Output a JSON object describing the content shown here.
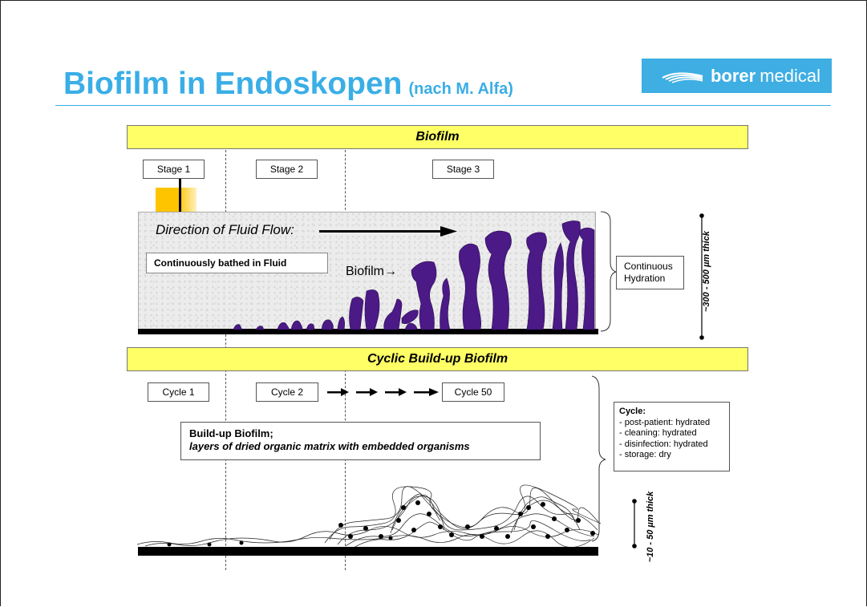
{
  "title": {
    "main": "Biofilm in Endoskopen",
    "sub": "(nach M. Alfa)"
  },
  "logo": {
    "strong": "borer",
    "light": "medical",
    "icon": "wave-swoosh-icon"
  },
  "band_top": "Biofilm",
  "stages": [
    "Stage 1",
    "Stage 2",
    "Stage 3"
  ],
  "flow": {
    "direction_text": "Direction of Fluid Flow:",
    "bathed": "Continuously bathed in Fluid",
    "biofilm_label": "Biofilm→",
    "hydration": [
      "Continuous",
      "Hydration"
    ],
    "thickness": "~300 - 500 µm thick"
  },
  "band_bottom": "Cyclic Build-up Biofilm",
  "cycles": [
    "Cycle 1",
    "Cycle 2",
    "Cycle 50"
  ],
  "buildup": {
    "line1": "Build-up Biofilm;",
    "line2": "layers of dried organic matrix with embedded organisms"
  },
  "cycle_box": {
    "heading": "Cycle:",
    "items": [
      "- post-patient: hydrated",
      "- cleaning: hydrated",
      "- disinfection: hydrated",
      "- storage: dry"
    ]
  },
  "thin_thickness": "~10 - 50 µm thick",
  "colors": {
    "title": "#3aaee6",
    "logo_bg": "#3eaee3",
    "band": "#ffff66",
    "biofilm": "#4b1a86",
    "stage_marker": "#ffc400"
  }
}
